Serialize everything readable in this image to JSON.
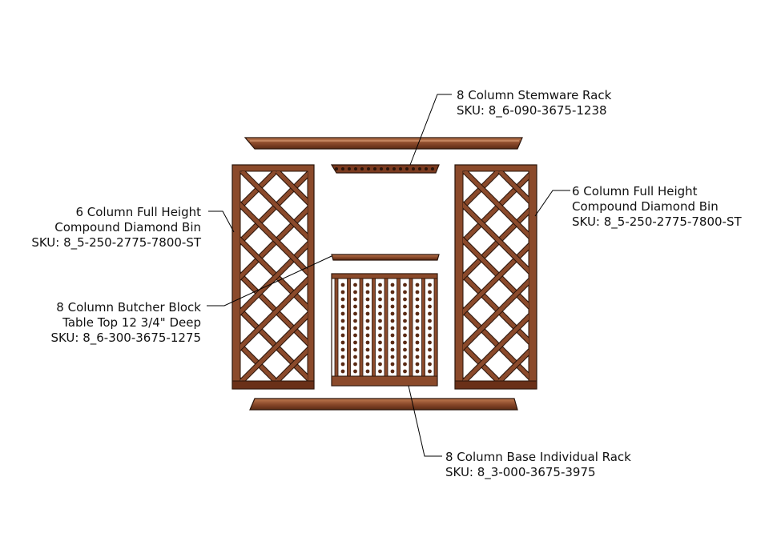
{
  "colors": {
    "wood_dark": "#5a2a14",
    "wood_mid": "#8b4a2b",
    "wood_light": "#b06a45",
    "outline": "#2a140a",
    "leader": "#000000"
  },
  "labels": {
    "stemware": {
      "name": "8 Column Stemware Rack",
      "sku": "SKU: 8_6-090-3675-1238"
    },
    "left_bin": {
      "name1": "6 Column Full Height",
      "name2": "Compound Diamond Bin",
      "sku": "SKU: 8_5-250-2775-7800-ST"
    },
    "right_bin": {
      "name1": "6 Column Full Height",
      "name2": "Compound Diamond Bin",
      "sku": "SKU: 8_5-250-2775-7800-ST"
    },
    "table_top": {
      "name1": "8 Column Butcher Block",
      "name2": "Table Top 12 3/4\" Deep",
      "sku": "SKU: 8_6-300-3675-1275"
    },
    "base_rack": {
      "name": "8 Column Base Individual Rack",
      "sku": "SKU: 8_3-000-3675-3975"
    }
  }
}
